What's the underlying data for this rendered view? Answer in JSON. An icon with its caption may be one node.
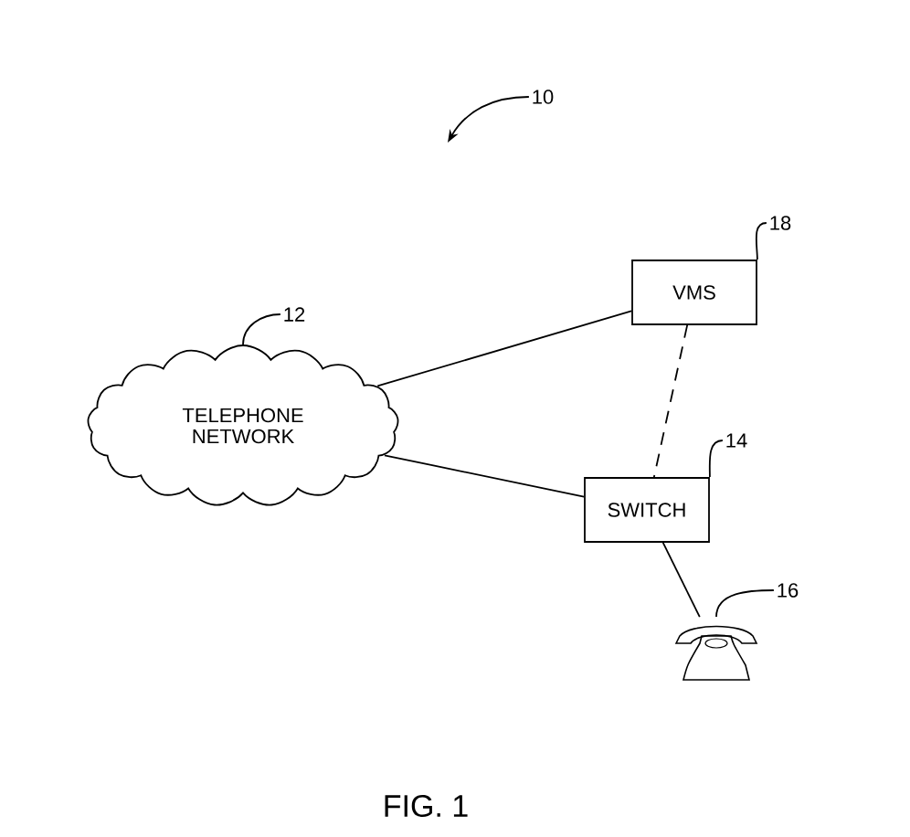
{
  "diagram": {
    "caption": "FIG. 1",
    "nodes": [
      {
        "text": [
          "10"
        ]
      },
      {
        "text": [
          "18"
        ]
      },
      {
        "text": [
          "VMS"
        ]
      },
      {
        "text": [
          "12"
        ]
      },
      {
        "text": [
          "TELEPHONE NETWORK"
        ]
      },
      {
        "text": [
          "14"
        ]
      },
      {
        "text": [
          "SWITCH"
        ]
      },
      {
        "text": [
          "16"
        ]
      },
      {
        "text": [],
        "shape": "telephone"
      }
    ],
    "edges": [
      {
        "from": 0,
        "to": null,
        "arrow": "to"
      },
      {
        "from": 1,
        "to": 2,
        "arrow": "none"
      },
      {
        "from": 3,
        "to": 4,
        "arrow": "none"
      },
      {
        "from": 5,
        "to": 6,
        "arrow": "none"
      },
      {
        "from": 7,
        "to": 8,
        "arrow": "none"
      },
      {
        "from": 4,
        "to": 2,
        "arrow": "none"
      },
      {
        "from": 4,
        "to": 6,
        "arrow": "none"
      },
      {
        "from": 2,
        "to": 6,
        "arrow": "none",
        "style": "dashed"
      },
      {
        "from": 6,
        "to": 8,
        "arrow": "none"
      }
    ]
  }
}
